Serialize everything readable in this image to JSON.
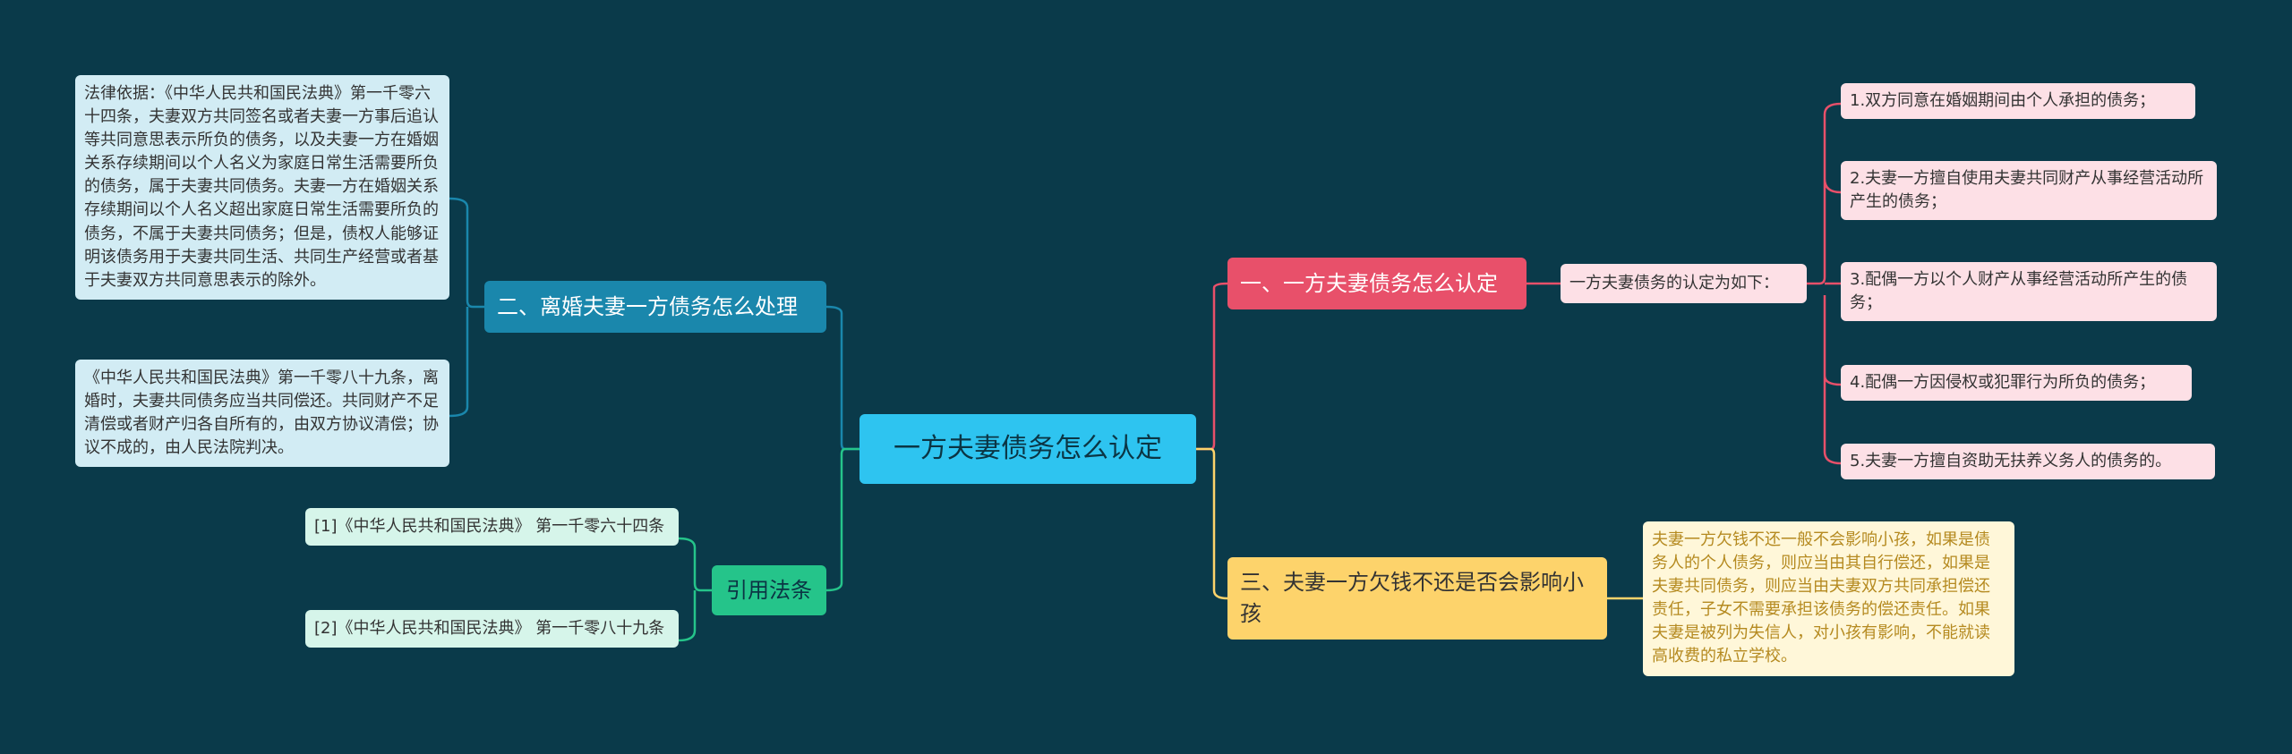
{
  "root": {
    "label": "一方夫妻债务怎么认定"
  },
  "branch1": {
    "label": "一、一方夫妻债务怎么认定",
    "sub": "一方夫妻债务的认定为如下：",
    "items": [
      "1.双方同意在婚姻期间由个人承担的债务；",
      "2.夫妻一方擅自使用夫妻共同财产从事经营活动所产生的债务；",
      "3.配偶一方以个人财产从事经营活动所产生的债务；",
      "4.配偶一方因侵权或犯罪行为所负的债务；",
      "5.夫妻一方擅自资助无扶养义务人的债务的。"
    ]
  },
  "branch2": {
    "label": "二、离婚夫妻一方债务怎么处理",
    "items": [
      "法律依据：《中华人民共和国民法典》第一千零六十四条，夫妻双方共同签名或者夫妻一方事后追认等共同意思表示所负的债务，以及夫妻一方在婚姻关系存续期间以个人名义为家庭日常生活需要所负的债务，属于夫妻共同债务。夫妻一方在婚姻关系存续期间以个人名义超出家庭日常生活需要所负的债务，不属于夫妻共同债务；但是，债权人能够证明该债务用于夫妻共同生活、共同生产经营或者基于夫妻双方共同意思表示的除外。",
      "《中华人民共和国民法典》第一千零八十九条，离婚时，夫妻共同债务应当共同偿还。共同财产不足清偿或者财产归各自所有的，由双方协议清偿；协议不成的，由人民法院判决。"
    ]
  },
  "branch3": {
    "label": "三、夫妻一方欠钱不还是否会影响小孩",
    "detail": "夫妻一方欠钱不还一般不会影响小孩，如果是债务人的个人债务，则应当由其自行偿还，如果是夫妻共同债务，则应当由夫妻双方共同承担偿还责任，子女不需要承担该债务的偿还责任。如果夫妻是被列为失信人，对小孩有影响，不能就读高收费的私立学校。"
  },
  "branch4": {
    "label": "引用法条",
    "items": [
      "[1]《中华人民共和国民法典》 第一千零六十四条",
      "[2]《中华人民共和国民法典》 第一千零八十九条"
    ]
  },
  "colors": {
    "background": "#0a3a4a",
    "root": "#2ec4f0",
    "branch1": "#e8506a",
    "branch2": "#1a87ac",
    "branch3": "#fdd36b",
    "branch4": "#25c48a"
  }
}
